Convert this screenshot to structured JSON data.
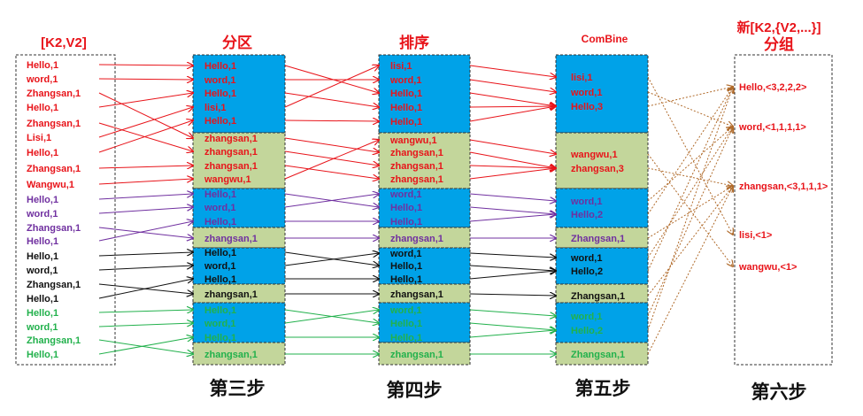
{
  "colors": {
    "red": "#e8141a",
    "purple": "#7030a0",
    "black": "#111111",
    "green": "#22b14c",
    "brown": "#b06a2a",
    "blue_fill": "#00a2e8",
    "olive_fill": "#c3d69b"
  },
  "headers": {
    "col1": "[K2,V2]",
    "col2": "分区",
    "col3": "排序",
    "col4": "ComBine",
    "col5_line1": "新[K2,{V2,...}]",
    "col5_line2": "分组"
  },
  "steps": {
    "step3": "第三步",
    "step4": "第四步",
    "step5": "第五步",
    "step6": "第六步"
  },
  "col1_groups": [
    {
      "color": "red",
      "items": [
        "Hello,1",
        "word,1",
        "Zhangsan,1",
        "Hello,1",
        "Zhangsan,1",
        "Lisi,1",
        "Hello,1",
        "Zhangsan,1",
        "Wangwu,1"
      ]
    },
    {
      "color": "purple",
      "items": [
        "Hello,1",
        "word,1",
        "Zhangsan,1",
        "Hello,1"
      ]
    },
    {
      "color": "black",
      "items": [
        "Hello,1",
        "word,1",
        "Zhangsan,1",
        "Hello,1"
      ]
    },
    {
      "color": "green",
      "items": [
        "Hello,1",
        "word,1",
        "Zhangsan,1",
        "Hello,1"
      ]
    }
  ],
  "col2_blocks": [
    {
      "fill": "blue",
      "color": "red",
      "items": [
        "Hello,1",
        "word,1",
        "Hello,1",
        "lisi,1",
        "Hello,1"
      ]
    },
    {
      "fill": "olive",
      "color": "red",
      "items": [
        "zhangsan,1",
        "zhangsan,1",
        "zhangsan,1",
        "wangwu,1"
      ]
    },
    {
      "fill": "blue",
      "color": "purple",
      "items": [
        "Hello,1",
        "word,1",
        "Hello,1"
      ]
    },
    {
      "fill": "olive",
      "color": "purple",
      "items": [
        "zhangsan,1"
      ]
    },
    {
      "fill": "blue",
      "color": "black",
      "items": [
        "Hello,1",
        "word,1",
        "Hello,1"
      ]
    },
    {
      "fill": "olive",
      "color": "black",
      "items": [
        "zhangsan,1"
      ]
    },
    {
      "fill": "blue",
      "color": "green",
      "items": [
        "Hello,1",
        "word,1",
        "Hello,1"
      ]
    },
    {
      "fill": "olive",
      "color": "green",
      "items": [
        "zhangsan,1"
      ]
    }
  ],
  "col3_blocks": [
    {
      "fill": "blue",
      "color": "red",
      "items": [
        "lisi,1",
        "word,1",
        "Hello,1",
        "Hello,1",
        "Hello,1"
      ]
    },
    {
      "fill": "olive",
      "color": "red",
      "items": [
        "wangwu,1",
        "zhangsan,1",
        "zhangsan,1",
        "zhangsan,1"
      ]
    },
    {
      "fill": "blue",
      "color": "purple",
      "items": [
        "word,1",
        "Hello,1",
        "Hello,1"
      ]
    },
    {
      "fill": "olive",
      "color": "purple",
      "items": [
        "zhangsan,1"
      ]
    },
    {
      "fill": "blue",
      "color": "black",
      "items": [
        "word,1",
        "Hello,1",
        "Hello,1"
      ]
    },
    {
      "fill": "olive",
      "color": "black",
      "items": [
        "zhangsan,1"
      ]
    },
    {
      "fill": "blue",
      "color": "green",
      "items": [
        "word,1",
        "Hello,1",
        "Hello,1"
      ]
    },
    {
      "fill": "olive",
      "color": "green",
      "items": [
        "zhangsan,1"
      ]
    }
  ],
  "col4_blocks": [
    {
      "fill": "blue",
      "color": "red",
      "items": [
        "lisi,1",
        "word,1",
        "Hello,3"
      ]
    },
    {
      "fill": "olive",
      "color": "red",
      "items": [
        "wangwu,1",
        "zhangsan,3"
      ]
    },
    {
      "fill": "blue",
      "color": "purple",
      "items": [
        "word,1",
        "Hello,2"
      ]
    },
    {
      "fill": "olive",
      "color": "purple",
      "items": [
        "Zhangsan,1"
      ]
    },
    {
      "fill": "blue",
      "color": "black",
      "items": [
        "word,1",
        "Hello,2"
      ]
    },
    {
      "fill": "olive",
      "color": "black",
      "items": [
        "Zhangsan,1"
      ]
    },
    {
      "fill": "blue",
      "color": "green",
      "items": [
        "word,1",
        "Hello,2"
      ]
    },
    {
      "fill": "olive",
      "color": "green",
      "items": [
        "Zhangsan,1"
      ]
    }
  ],
  "col5_items": [
    "Hello,<3,2,2,2>",
    "word,<1,1,1,1>",
    "zhangsan,<3,1,1,1>",
    "lisi,<1>",
    "wangwu,<1>"
  ]
}
